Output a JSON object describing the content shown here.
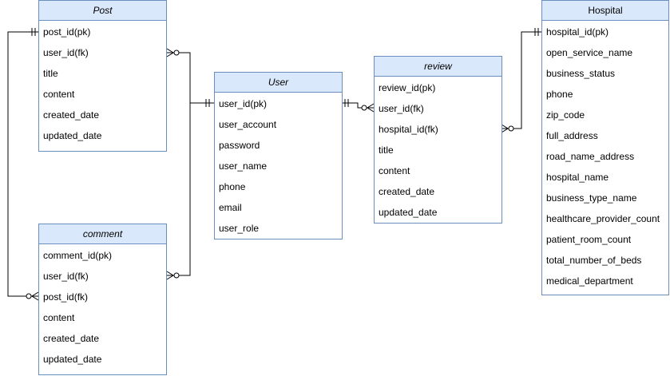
{
  "theme": {
    "stroke": "#6c8ebf",
    "header_fill": "#dae8fc",
    "line": "#000000"
  },
  "entities": {
    "post": {
      "title": "Post",
      "attributes": [
        "post_id(pk)",
        "user_id(fk)",
        "title",
        "content",
        "created_date",
        "updated_date"
      ]
    },
    "comment": {
      "title": "comment",
      "attributes": [
        "comment_id(pk)",
        "user_id(fk)",
        "post_id(fk)",
        "content",
        "created_date",
        "updated_date"
      ]
    },
    "user": {
      "title": "User",
      "attributes": [
        "user_id(pk)",
        "user_account",
        "password",
        "user_name",
        "phone",
        "email",
        "user_role"
      ]
    },
    "review": {
      "title": "review",
      "attributes": [
        "review_id(pk)",
        "user_id(fk)",
        "hospital_id(fk)",
        "title",
        "content",
        "created_date",
        "updated_date"
      ]
    },
    "hospital": {
      "title": "Hospital",
      "attributes": [
        "hospital_id(pk)",
        "open_service_name",
        "business_status",
        "phone",
        "zip_code",
        "full_address",
        "road_name_address",
        "hospital_name",
        "business_type_name",
        "healthcare_provider_count",
        "patient_room_count",
        "total_number_of_beds",
        "medical_department"
      ]
    }
  },
  "relationships": [
    {
      "from": "post.post_id(pk)",
      "from_end": "one-mandatory",
      "to": "comment.post_id(fk)",
      "to_end": "zero-or-many"
    },
    {
      "from": "user.user_id(pk)",
      "from_end": "one-mandatory",
      "to": "post.user_id(fk)",
      "to_end": "zero-or-many"
    },
    {
      "from": "user.user_id(pk)",
      "from_end": "one-mandatory",
      "to": "comment.user_id(fk)",
      "to_end": "zero-or-many"
    },
    {
      "from": "user.user_id(pk)",
      "from_end": "one-mandatory",
      "to": "review.user_id(fk)",
      "to_end": "zero-or-many"
    },
    {
      "from": "hospital.hospital_id(pk)",
      "from_end": "one-mandatory",
      "to": "review.hospital_id(fk)",
      "to_end": "zero-or-many"
    }
  ]
}
